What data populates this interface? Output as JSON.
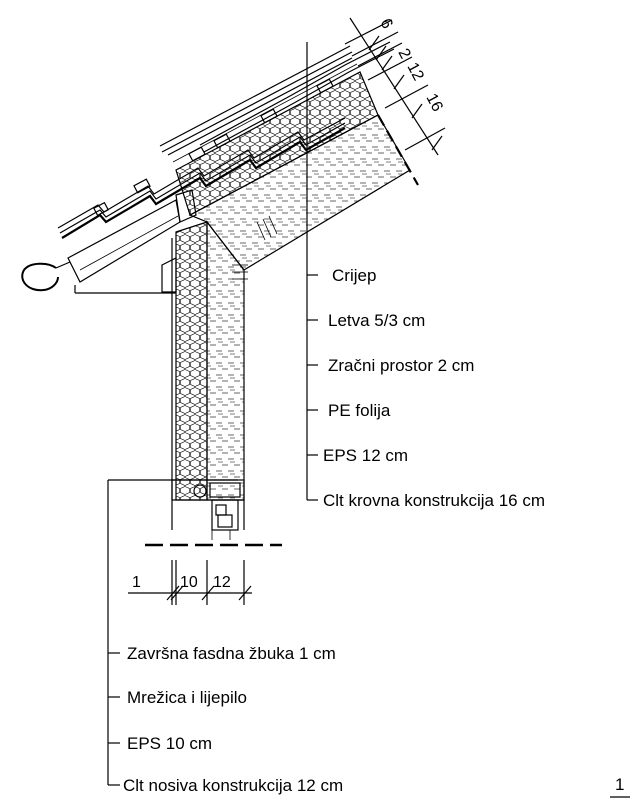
{
  "roof_layers": [
    {
      "label": "Crijep"
    },
    {
      "label": "Letva 5/3 cm"
    },
    {
      "label": "Zračni prostor 2 cm"
    },
    {
      "label": "PE folija"
    },
    {
      "label": "EPS 12 cm"
    },
    {
      "label": "Clt krovna konstrukcija 16 cm"
    }
  ],
  "wall_layers": [
    {
      "label": "Završna fasdna žbuka 1 cm"
    },
    {
      "label": "Mrežica i lijepilo"
    },
    {
      "label": "EPS 10 cm"
    },
    {
      "label": "Clt nosiva konstrukcija 12 cm"
    }
  ],
  "roof_dimensions": [
    "6",
    "2",
    "12",
    "16"
  ],
  "wall_dimensions": [
    "1",
    "10",
    "12"
  ],
  "detail_number": "1",
  "colors": {
    "line": "#000000",
    "background": "#ffffff"
  }
}
